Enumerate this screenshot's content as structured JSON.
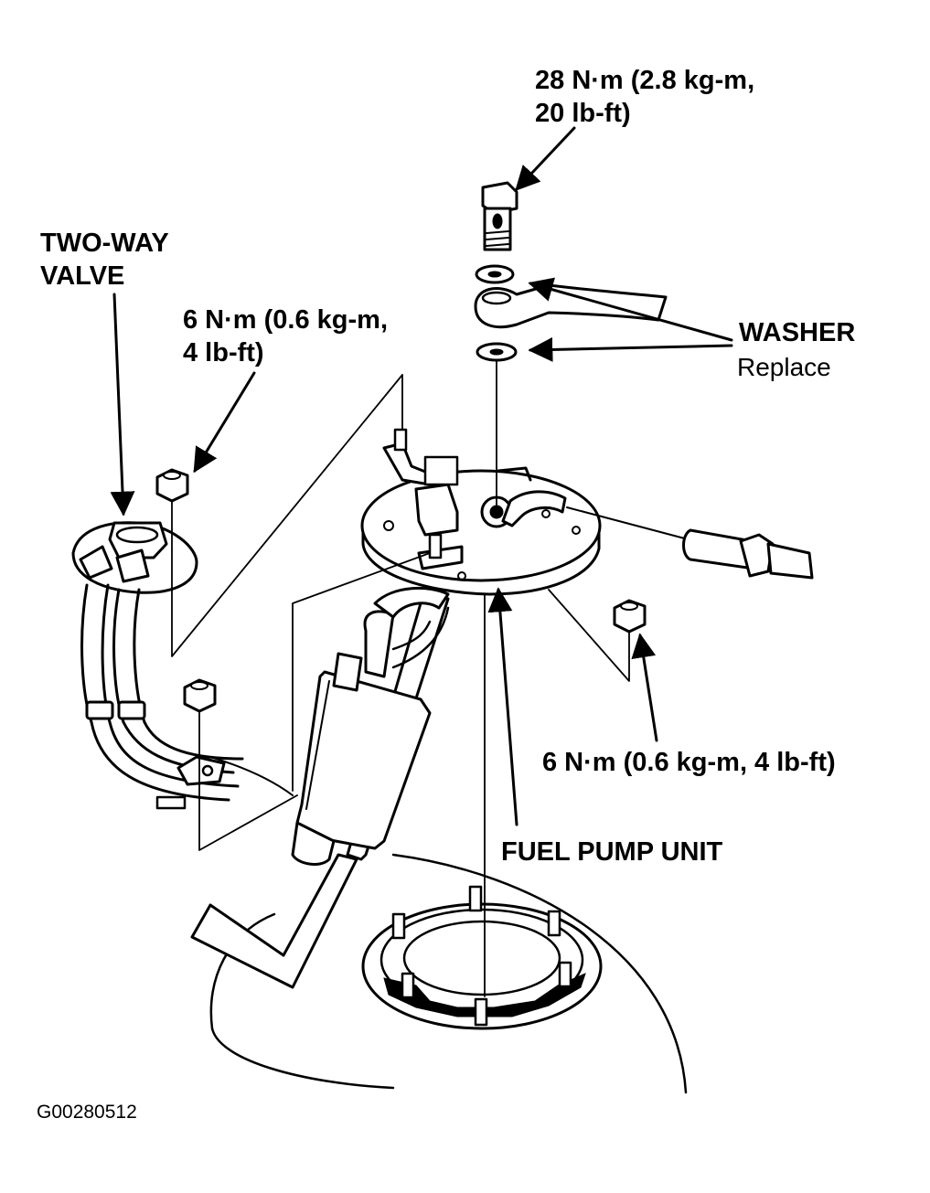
{
  "labels": {
    "torque_top_line1": "28 N·m (2.8 kg-m,",
    "torque_top_line2": "20 lb-ft)",
    "two_way_valve_line1": "TWO-WAY",
    "two_way_valve_line2": "VALVE",
    "torque_left_line1": "6 N·m (0.6 kg-m,",
    "torque_left_line2": "4 lb-ft)",
    "washer": "WASHER",
    "washer_note": "Replace",
    "torque_right": "6 N·m (0.6 kg-m, 4 lb-ft)",
    "fuel_pump_unit": "FUEL PUMP UNIT",
    "figure_code": "G00280512"
  },
  "colors": {
    "ink": "#000000",
    "paper": "#ffffff"
  }
}
